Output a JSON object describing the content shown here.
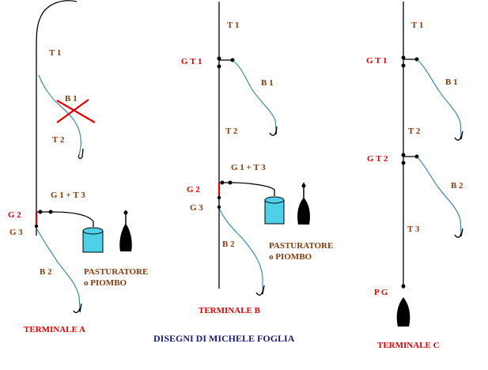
{
  "credit": "DISEGNI DI MICHELE FOGLIA",
  "colors": {
    "brown_label": "#8a3a0a",
    "red_label": "#e00000",
    "credit": "#1a1a7a",
    "feeder_fill": "#4dd0e8",
    "leader_line": "#2a7fb0"
  },
  "terminal_a": {
    "title": "TERMINALE A",
    "t1": "T 1",
    "b1": "B 1",
    "t2": "T 2",
    "g1_t3": "G 1 + T 3",
    "g2": "G 2",
    "g3": "G 3",
    "b2": "B 2",
    "feeder_line1": "PASTURATORE",
    "feeder_line2": "o PIOMBO"
  },
  "terminal_b": {
    "title": "TERMINALE B",
    "t1": "T 1",
    "gt1": "G T 1",
    "b1": "B 1",
    "t2": "T 2",
    "g1_t3": "G 1 + T 3",
    "g2": "G 2",
    "g3": "G 3",
    "b2": "B 2",
    "feeder_line1": "PASTURATORE",
    "feeder_line2": "o PIOMBO"
  },
  "terminal_c": {
    "title": "TERMINALE C",
    "t1": "T 1",
    "gt1": "G T 1",
    "b1": "B 1",
    "t2": "T 2",
    "gt2": "G T 2",
    "b2": "B 2",
    "t3": "T 3",
    "pg": "P G"
  }
}
